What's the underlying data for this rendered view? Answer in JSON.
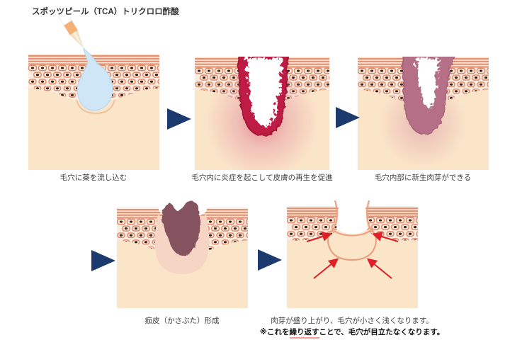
{
  "title": "スポッツピール（TCA）トリクロロ酢酸",
  "steps": [
    {
      "caption": "毛穴に薬を流し込む"
    },
    {
      "caption": "毛穴内に炎症を起こして皮膚の再生を促進"
    },
    {
      "caption": "毛穴内部に新生肉芽ができる"
    },
    {
      "caption": "痂皮（かさぶた）形成"
    },
    {
      "caption": "肉芽が盛り上がり、毛穴が小さく浅くなります。",
      "note_prefix": "※これを",
      "note_underlined": "繰り返す",
      "note_suffix": "ことで、毛穴が目立たなくなります。"
    }
  ],
  "colors": {
    "acid_blue": "#cfe6f7",
    "inflammation_red": "#bf1d44",
    "granulation_mauve": "#b56f88",
    "scab_brown": "#84525f",
    "skin_cream": "#fbe5c8",
    "epidermis_salmon": "#df8767",
    "step_arrow_navy": "#1d3a6f",
    "contraction_arrow_red": "#e01f26",
    "note_underline_pink": "#f49b9b"
  }
}
